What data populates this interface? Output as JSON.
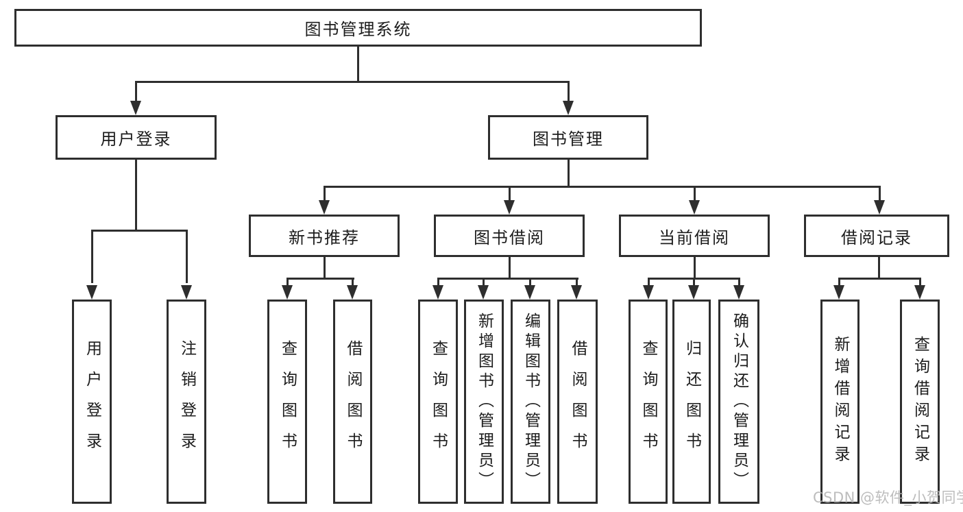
{
  "tree": {
    "root": "图书管理系统",
    "user_login": {
      "label": "用户登录",
      "children": [
        "用户登录",
        "注销登录"
      ]
    },
    "book_mgmt": {
      "label": "图书管理",
      "sections": [
        {
          "label": "新书推荐",
          "children": [
            "查询图书",
            "借阅图书"
          ]
        },
        {
          "label": "图书借阅",
          "children": [
            "查询图书",
            "新增图书（管理员）",
            "编辑图书（管理员）",
            "借阅图书"
          ]
        },
        {
          "label": "当前借阅",
          "children": [
            "查询图书",
            "归还图书",
            "确认归还（管理员）"
          ]
        },
        {
          "label": "借阅记录",
          "children": [
            "新增借阅记录",
            "查询借阅记录"
          ]
        }
      ]
    }
  },
  "watermark": "CSDN @软件_小贺同学",
  "colors": {
    "line": "#2e2e2e",
    "text": "#1c1c1c",
    "watermark": "#b6b6b6",
    "background": "#ffffff"
  }
}
